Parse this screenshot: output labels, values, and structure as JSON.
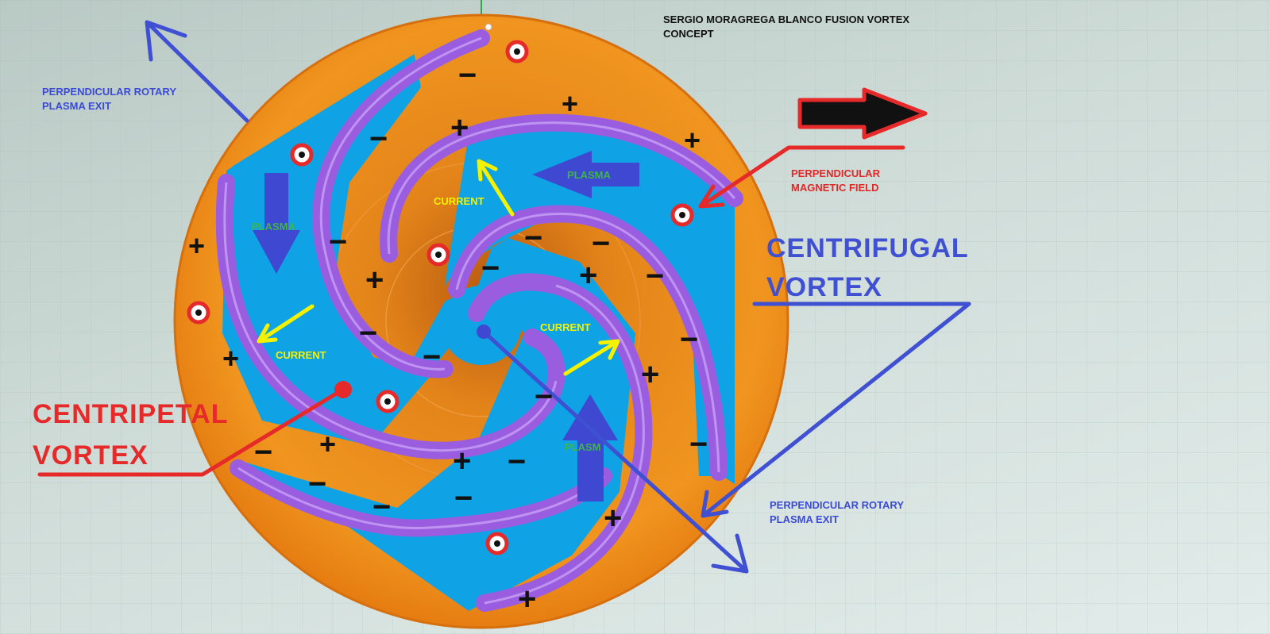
{
  "title": {
    "line1": "SERGIO MORAGREGA BLANCO FUSION VORTEX",
    "line2": "CONCEPT"
  },
  "labels": {
    "exit_top": [
      "PERPENDICULAR ROTARY",
      "PLASMA EXIT"
    ],
    "exit_bottom": [
      "PERPENDICULAR ROTARY",
      "PLASMA EXIT"
    ],
    "magnetic_field": [
      "PERPENDICULAR",
      "MAGNETIC FIELD"
    ],
    "centrifugal": [
      "CENTRIFUGAL",
      "VORTEX"
    ],
    "centripetal": [
      "CENTRIPETAL",
      "VORTEX"
    ],
    "current": "CURRENT",
    "plasma": "PLASMA",
    "plasma_cut": "PLASM"
  },
  "symbols": {
    "plus": "+",
    "minus": "−"
  },
  "colors": {
    "disc_orange": "#e88a1c",
    "plasma_blue": "#0fa3e6",
    "coil_purple": "#9a5de0",
    "arrow_blue": "#4050d2",
    "arrow_red": "#e62a2a",
    "arrow_yellow": "#f4f200",
    "arrow_black": "#111111"
  },
  "icons": {
    "field_marker": "dot-in-circle-icon",
    "direction": "arrow-icon"
  }
}
